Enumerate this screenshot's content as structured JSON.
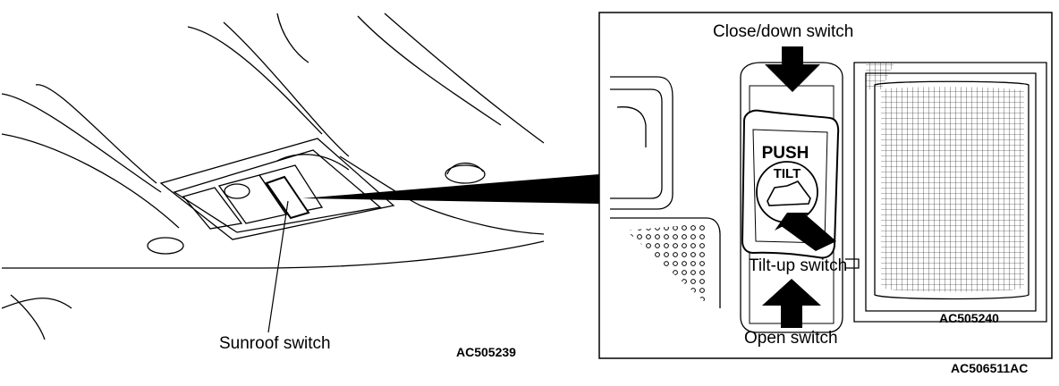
{
  "left_view": {
    "sunroof_switch_label": "Sunroof switch",
    "code": "AC505239"
  },
  "right_view": {
    "close_down_label": "Close/down switch",
    "tilt_up_label": "Tilt-up switch",
    "open_label": "Open switch",
    "push_text": "PUSH",
    "tilt_text": "TILT",
    "code": "AC505240"
  },
  "figure_code": "AC506511AC"
}
